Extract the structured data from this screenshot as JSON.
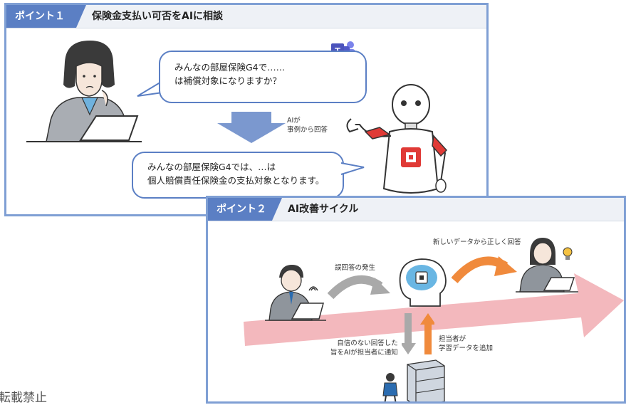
{
  "panel1": {
    "tab_label": "ポイント１",
    "title": "保険金支払い可否をAIに相談",
    "question_line1": "みんなの部屋保険G4で……",
    "question_line2": "は補償対象になりますか？",
    "ai_note_line1": "AIが",
    "ai_note_line2": "事例から回答",
    "answer_line1": "みんなの部屋保険G4では、…は",
    "answer_line2": "個人賠償責任保険金の支払対象となります。"
  },
  "panel2": {
    "tab_label": "ポイント２",
    "title": "AI改善サイクル",
    "label_wrong_answer": "誤回答の発生",
    "label_correct_answer": "新しいデータから正しく回答",
    "label_notify_line1": "自信のない回答した",
    "label_notify_line2": "旨をAIが担当者に通知",
    "label_add_data_line1": "担当者が",
    "label_add_data_line2": "学習データを追加"
  },
  "footer_text": "転載禁止",
  "colors": {
    "panel_border": "#7f9fd4",
    "tab": "#5b7fc4",
    "pink_arrow": "#f3b8bd",
    "orange": "#f08a3c",
    "gray": "#a9a9a9",
    "robot_red": "#e03a36"
  }
}
